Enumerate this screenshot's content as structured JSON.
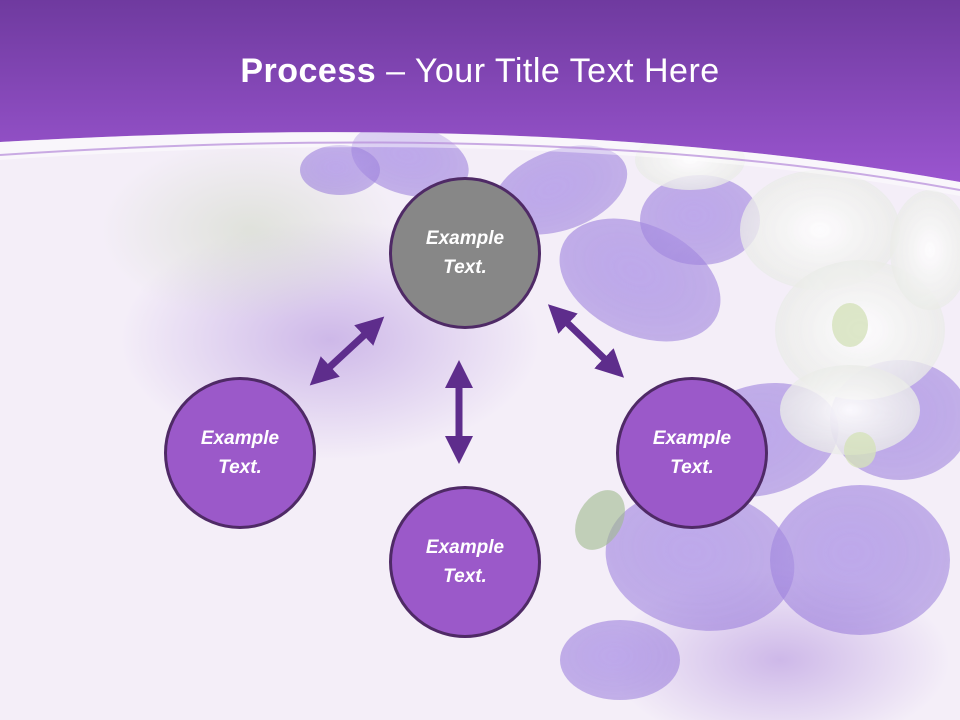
{
  "slide": {
    "title_bold": "Process",
    "title_rest": " – Your Title Text Here"
  },
  "nodes": {
    "top": {
      "line1": "Example",
      "line2": "Text."
    },
    "left": {
      "line1": "Example",
      "line2": "Text."
    },
    "bottom": {
      "line1": "Example",
      "line2": "Text."
    },
    "right": {
      "line1": "Example",
      "line2": "Text."
    }
  },
  "colors": {
    "header": "#8a47c0",
    "circle_fill": "#9b59c9",
    "circle_center_fill": "#878787",
    "circle_border": "#4f2a66",
    "arrow": "#5e2d8c"
  }
}
